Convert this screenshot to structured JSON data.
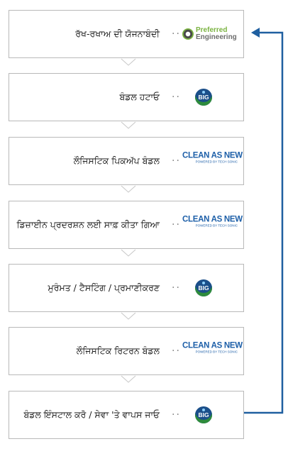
{
  "steps": [
    {
      "label": "ਰੱਖ-ਰਖਾਅ ਦੀ ਯੋਜਨਾਬੰਦੀ",
      "logo": "preferred-engineering"
    },
    {
      "label": "ਬੰਡਲ ਹਟਾਓ",
      "logo": "big"
    },
    {
      "label": "ਲੌਜਿਸਟਿਕ ਪਿਕਅੱਪ ਬੰਡਲ",
      "logo": "clean-as-new"
    },
    {
      "label": "ਡਿਜ਼ਾਈਨ ਪ੍ਰਦਰਸ਼ਨ ਲਈ ਸਾਫ਼ ਕੀਤਾ ਗਿਆ",
      "logo": "clean-as-new"
    },
    {
      "label": "ਮੁਰੰਮਤ / ਟੈਸਟਿੰਗ / ਪ੍ਰਮਾਣੀਕਰਣ",
      "logo": "big"
    },
    {
      "label": "ਲੌਜਿਸਟਿਕ ਰਿਟਰਨ ਬੰਡਲ",
      "logo": "clean-as-new"
    },
    {
      "label": "ਬੰਡਲ ਇੰਸਟਾਲ ਕਰੋ / ਸੇਵਾ 'ਤੇ ਵਾਪਸ ਜਾਓ",
      "logo": "big"
    }
  ],
  "logos": {
    "preferred_engineering": {
      "line1": "Preferred",
      "line2": "Engineering"
    },
    "big": {
      "text": "BIG"
    },
    "clean_as_new": {
      "line1": "CLEAN AS NEW",
      "line2": "POWERED BY TECH SONIC"
    }
  },
  "colors": {
    "border": "#b9b9b9",
    "loop_arrow": "#1f5fa0",
    "chevron": "#c7c7c7"
  }
}
